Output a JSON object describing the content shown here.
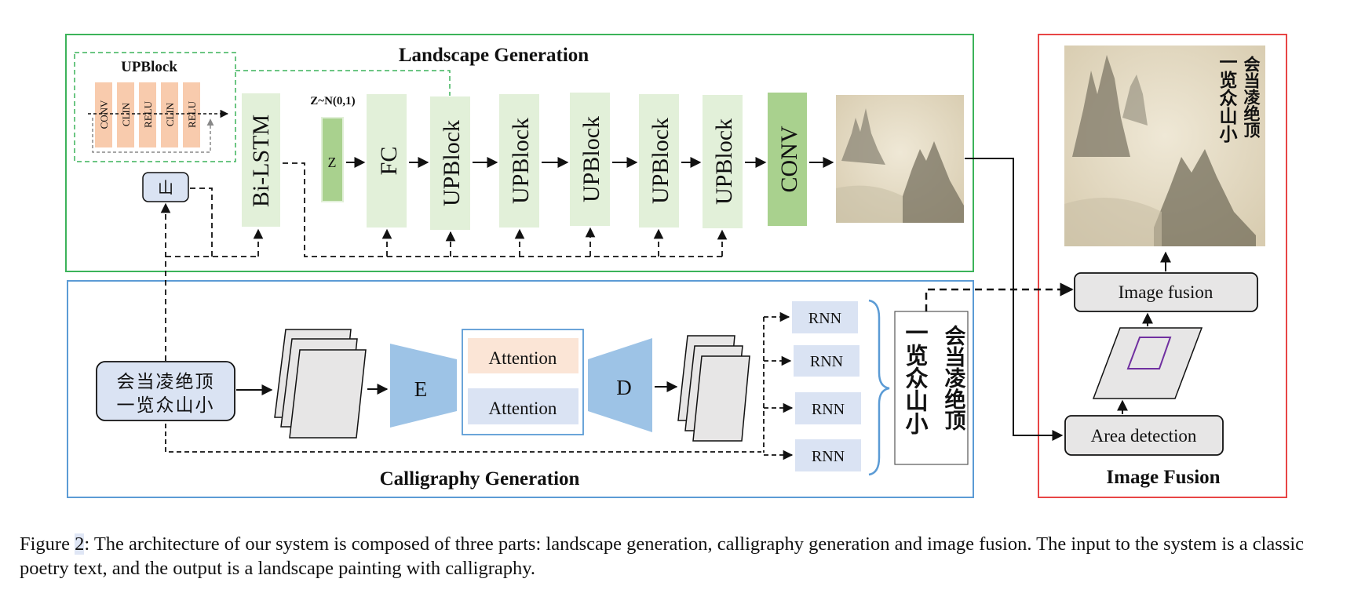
{
  "sections": {
    "landscape": "Landscape Generation",
    "calligraphy": "Calligraphy Generation",
    "fusion": "Image Fusion"
  },
  "upblock_legend": {
    "title": "UPBlock",
    "layers": [
      "CONV",
      "CLIN",
      "RELU",
      "CLIN",
      "RELU"
    ]
  },
  "landscape": {
    "input_char": "山",
    "bilstm": "Bi-LSTM",
    "noise_label": "Z~N(0,1)",
    "z": "Z",
    "fc": "FC",
    "upblocks": [
      "UPBlock",
      "UPBlock",
      "UPBlock",
      "UPBlock",
      "UPBlock"
    ],
    "conv": "CONV"
  },
  "calligraphy": {
    "poem_line1": "会当凌绝顶",
    "poem_line2": "一览众山小",
    "encoder": "E",
    "decoder": "D",
    "attention": [
      "Attention",
      "Attention"
    ],
    "rnns": [
      "RNN",
      "RNN",
      "RNN",
      "RNN"
    ],
    "output_col_right": "会当凌绝顶",
    "output_col_left": "一览众山小"
  },
  "fusion": {
    "image_fusion": "Image fusion",
    "area_detection": "Area detection",
    "output_col_right": "会当凌绝顶",
    "output_col_left": "一览众山小"
  },
  "colors": {
    "landscape_border": "#3cb35a",
    "calligraphy_border": "#5b9bd5",
    "fusion_border": "#e84545",
    "upblock_fill": "#e2f0d9",
    "conv_fill": "#a9d18e",
    "layer_fill": "#f8cbad",
    "rnn_fill": "#dae3f3",
    "encoder_fill": "#9dc3e6",
    "grey_box": "#e7e6e6",
    "painting": "#e9e1cc"
  },
  "caption": {
    "prefix": "Figure ",
    "number": "2",
    "text": ": The architecture of our system is composed of three parts: landscape generation, calligraphy generation and image fusion. The input to the system is a classic poetry text, and the output is a landscape painting with calligraphy."
  }
}
